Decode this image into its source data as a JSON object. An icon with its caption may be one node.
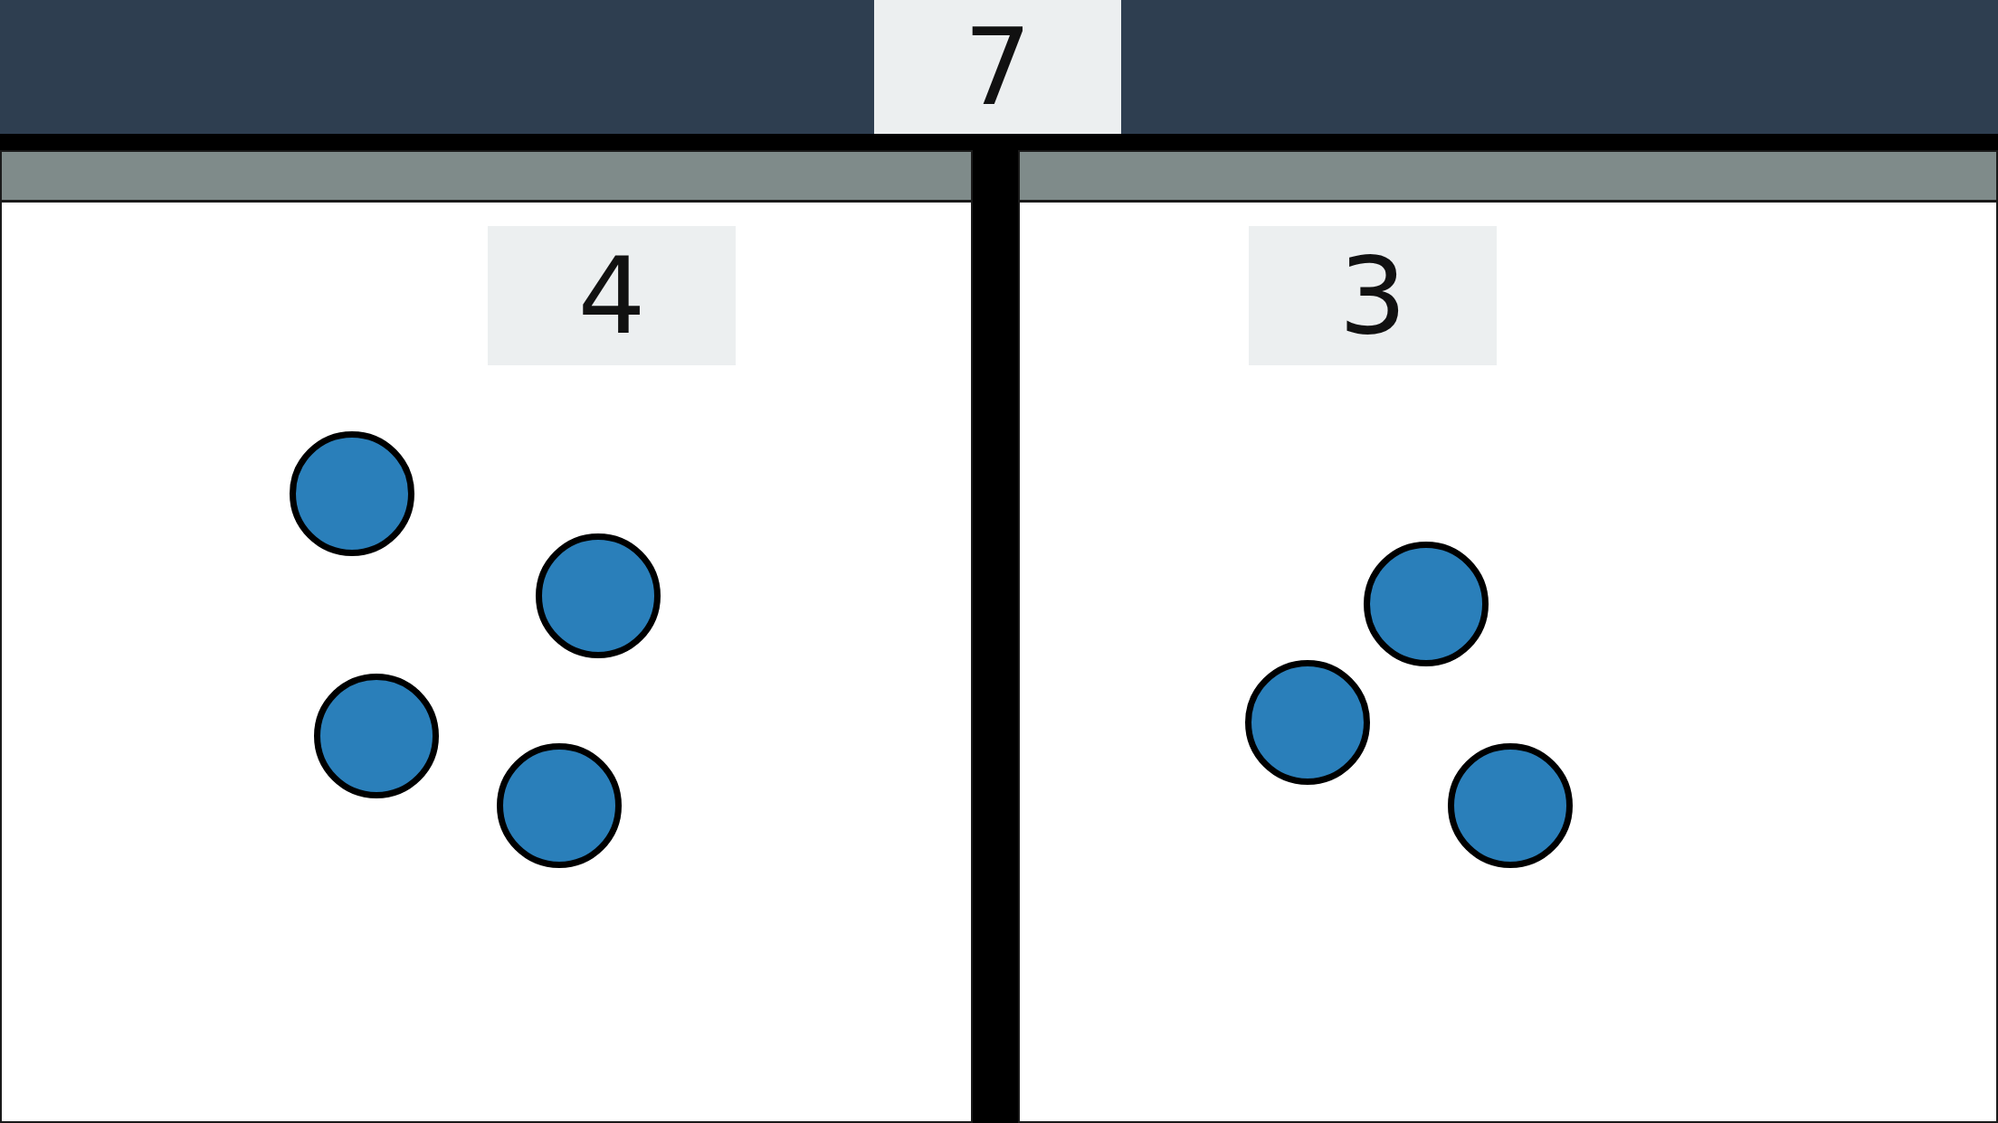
{
  "diagram": {
    "nodes": [
      {
        "text": [
          "7"
        ]
      },
      {
        "text": [],
        "shape": "box"
      },
      {
        "text": [
          "4"
        ],
        "in": 1
      },
      {
        "text": [],
        "shape": "circle",
        "in": 1
      },
      {
        "text": [],
        "shape": "circle",
        "in": 1
      },
      {
        "text": [],
        "shape": "circle",
        "in": 1
      },
      {
        "text": [],
        "shape": "circle",
        "in": 1
      },
      {
        "text": [],
        "shape": "box"
      },
      {
        "text": [
          "3"
        ],
        "in": 7
      },
      {
        "text": [],
        "shape": "circle",
        "in": 7
      },
      {
        "text": [],
        "shape": "circle",
        "in": 7
      },
      {
        "text": [],
        "shape": "circle",
        "in": 7
      }
    ]
  }
}
